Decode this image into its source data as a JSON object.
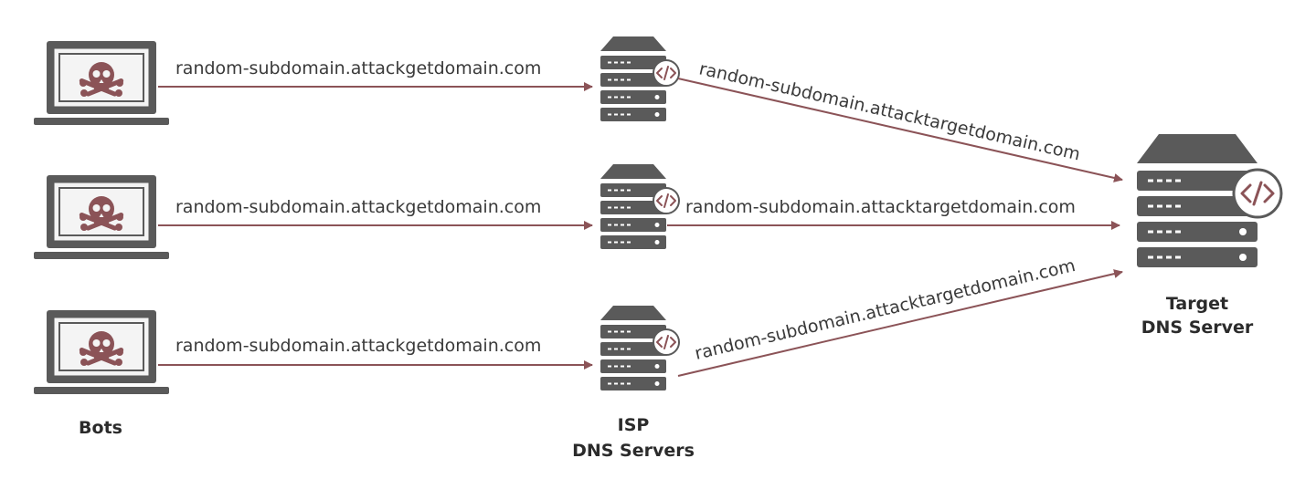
{
  "colors": {
    "arrow": "#8b5357",
    "device": "#5a5a5a",
    "screen_bg": "#f2f2f2",
    "skull": "#8b5357"
  },
  "icons": {
    "bot": "skull-crossbones-icon",
    "server": "server-rack-icon",
    "code_badge": "code-icon"
  },
  "labels": {
    "bots": "Bots",
    "isp_line1": "ISP",
    "isp_line2": "DNS Servers",
    "target_line1": "Target",
    "target_line2": "DNS Server"
  },
  "flows": [
    {
      "bot_query": "random-subdomain.attackgetdomain.com",
      "isp_query": "random-subdomain.attacktargetdomain.com"
    },
    {
      "bot_query": "random-subdomain.attackgetdomain.com",
      "isp_query": "random-subdomain.attacktargetdomain.com"
    },
    {
      "bot_query": "random-subdomain.attackgetdomain.com",
      "isp_query": "random-subdomain.attacktargetdomain.com"
    }
  ]
}
